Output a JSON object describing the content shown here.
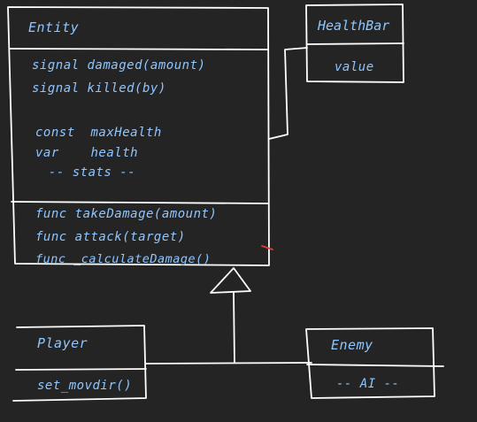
{
  "classes": {
    "entity": {
      "name": "Entity",
      "signals": [
        "signal damaged(amount)",
        "signal killed(by)"
      ],
      "fields": [
        "const  maxHealth",
        "var    health",
        " -- stats --"
      ],
      "methods": [
        "func takeDamage(amount)",
        "func attack(target)",
        "func _calculateDamage()"
      ]
    },
    "healthbar": {
      "name": "HealthBar",
      "fields": [
        "value"
      ]
    },
    "player": {
      "name": "Player",
      "methods": [
        "set_movdir()"
      ]
    },
    "enemy": {
      "name": "Enemy",
      "methods": [
        "-- AI --"
      ]
    }
  },
  "colors": {
    "background": "#242424",
    "stroke": "#ffffff",
    "text": "#8fc6ff",
    "mark": "#e23b3b"
  }
}
